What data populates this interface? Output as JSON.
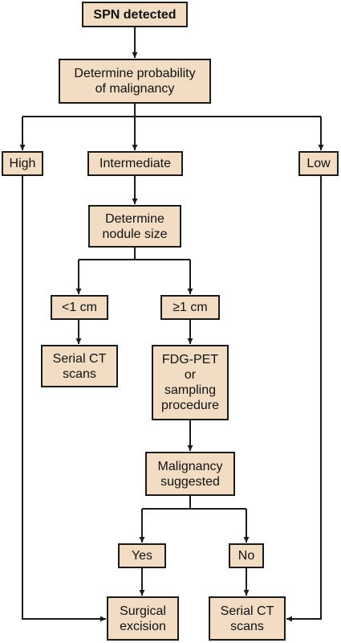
{
  "colors": {
    "box_fill": "#f2dcc4",
    "line": "#1a1a1a",
    "background": "#ffffff"
  },
  "nodes": {
    "spn_detected": {
      "lines": [
        "SPN detected"
      ]
    },
    "determine_probability": {
      "lines": [
        "Determine probability",
        "of malignancy"
      ]
    },
    "high": {
      "lines": [
        "High"
      ]
    },
    "intermediate": {
      "lines": [
        "Intermediate"
      ]
    },
    "low": {
      "lines": [
        "Low"
      ]
    },
    "determine_size": {
      "lines": [
        "Determine",
        "nodule size"
      ]
    },
    "less_than_1cm": {
      "lines": [
        "<1 cm"
      ]
    },
    "at_least_1cm": {
      "lines": [
        "≥1 cm"
      ]
    },
    "serial_ct_left": {
      "lines": [
        "Serial CT",
        "scans"
      ]
    },
    "fdg_pet": {
      "lines": [
        "FDG-PET",
        "or",
        "sampling",
        "procedure"
      ]
    },
    "malignancy_suggested": {
      "lines": [
        "Malignancy",
        "suggested"
      ]
    },
    "yes": {
      "lines": [
        "Yes"
      ]
    },
    "no": {
      "lines": [
        "No"
      ]
    },
    "surgical_excision": {
      "lines": [
        "Surgical",
        "excision"
      ]
    },
    "serial_ct_right": {
      "lines": [
        "Serial CT",
        "scans"
      ]
    }
  },
  "edges": [
    [
      "spn_detected",
      "determine_probability"
    ],
    [
      "determine_probability",
      "high"
    ],
    [
      "determine_probability",
      "intermediate"
    ],
    [
      "determine_probability",
      "low"
    ],
    [
      "intermediate",
      "determine_size"
    ],
    [
      "determine_size",
      "less_than_1cm"
    ],
    [
      "determine_size",
      "at_least_1cm"
    ],
    [
      "less_than_1cm",
      "serial_ct_left"
    ],
    [
      "at_least_1cm",
      "fdg_pet"
    ],
    [
      "fdg_pet",
      "malignancy_suggested"
    ],
    [
      "malignancy_suggested",
      "yes"
    ],
    [
      "malignancy_suggested",
      "no"
    ],
    [
      "yes",
      "surgical_excision"
    ],
    [
      "no",
      "serial_ct_right"
    ],
    [
      "high",
      "surgical_excision"
    ],
    [
      "low",
      "serial_ct_right"
    ]
  ]
}
